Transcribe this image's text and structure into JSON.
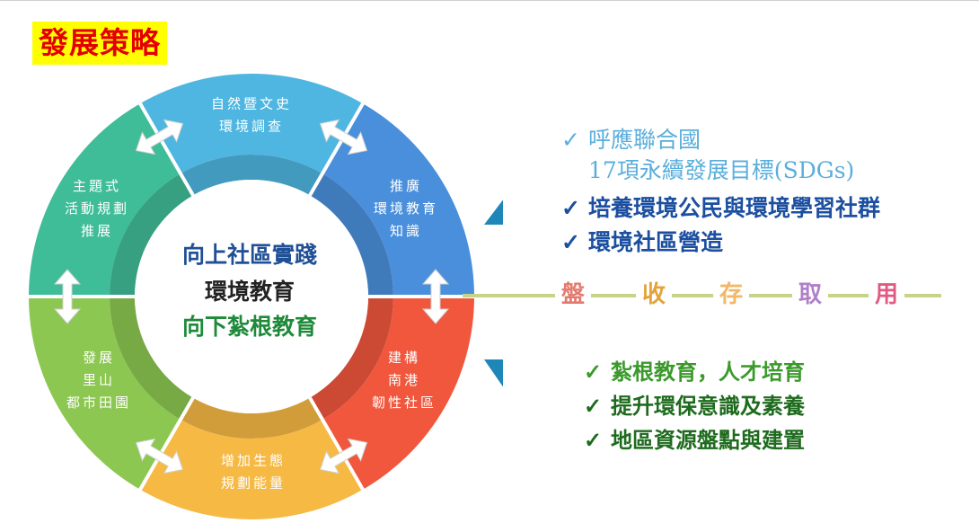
{
  "title": "發展策略",
  "wheel": {
    "segments": [
      {
        "id": "top",
        "lines": [
          "自然暨文史",
          "環境調查"
        ],
        "color": "#4eb6e0"
      },
      {
        "id": "top-right",
        "lines": [
          "推廣",
          "環境教育",
          "知識"
        ],
        "color": "#4a8fdc"
      },
      {
        "id": "right-bottom",
        "lines": [
          "建構",
          "南港",
          "韌性社區"
        ],
        "color": "#f0573d"
      },
      {
        "id": "bottom",
        "lines": [
          "增加生態",
          "規劃能量"
        ],
        "color": "#f6b944"
      },
      {
        "id": "left-bottom",
        "lines": [
          "發展",
          "里山",
          "都市田園"
        ],
        "color": "#8cc751"
      },
      {
        "id": "left-top",
        "lines": [
          "主題式",
          "活動規劃",
          "推展"
        ],
        "color": "#3fbc98"
      }
    ],
    "center": {
      "line1": "向上社區實踐",
      "line2": "環境教育",
      "line3": "向下紮根教育",
      "line1_color": "#1f4f96",
      "line2_color": "#222222",
      "line3_color": "#1e8a3a"
    }
  },
  "arrows": {
    "up_label": "向上",
    "down_label": "向下",
    "color": "#1e86b8"
  },
  "upper_list": [
    {
      "check": "✓",
      "text": "呼應聯合國",
      "color": "#5aaedc"
    },
    {
      "check": "",
      "text": "17項永續發展目標(SDGs)",
      "color": "#5aaedc"
    },
    {
      "check": "✓",
      "text": "培養環境公民與環境學習社群",
      "color": "#1c4fa0"
    },
    {
      "check": "✓",
      "text": "環境社區營造",
      "color": "#1c4fa0"
    }
  ],
  "chain": [
    {
      "char": "盤",
      "color": "#e47a6e"
    },
    {
      "char": "收",
      "color": "#e3a33a"
    },
    {
      "char": "存",
      "color": "#f0b867"
    },
    {
      "char": "取",
      "color": "#b080c8"
    },
    {
      "char": "用",
      "color": "#e05a82"
    }
  ],
  "lower_list": [
    {
      "check": "✓",
      "text": "紮根教育，人才培育",
      "color": "#3b9a2b"
    },
    {
      "check": "✓",
      "text": "提升環保意識及素養",
      "color": "#1e6b1e"
    },
    {
      "check": "✓",
      "text": "地區資源盤點與建置",
      "color": "#1e6b1e"
    }
  ]
}
